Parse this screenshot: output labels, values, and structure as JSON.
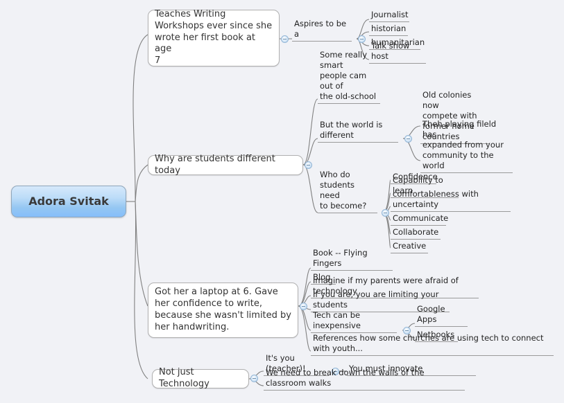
{
  "app": {
    "type": "mind-map",
    "background_color": "#f1f2f6",
    "text_color": "#333333",
    "root_accent_color": "#95c7f2"
  },
  "root": {
    "label": "Adora Svitak"
  },
  "branches": [
    {
      "id": "branch-1",
      "label": "Teaches Writing\nWorkshops ever since she\nwrote her first book at age\n7",
      "children": [
        {
          "id": "aspires",
          "label": "Aspires to be a",
          "children": [
            {
              "label": "Journalist"
            },
            {
              "label": "historian"
            },
            {
              "label": "humanitarian"
            },
            {
              "label": "Talk show host"
            }
          ]
        }
      ]
    },
    {
      "id": "branch-2",
      "label": "Why are students different today",
      "children": [
        {
          "id": "old-school",
          "label": "Some really smart\npeople cam out of\nthe old-school",
          "children": []
        },
        {
          "id": "world-different",
          "label": "But the world is different",
          "children": [
            {
              "label": "Old colonies now\ncompete with\nformer home\ncountries"
            },
            {
              "label": "Theh playing fileld has\nexpanded from your\ncommunity to the world"
            }
          ]
        },
        {
          "id": "who-become",
          "label": "Who do\nstudents need\nto become?",
          "children": [
            {
              "label": "Confidence"
            },
            {
              "label": "Capability to learn"
            },
            {
              "label": "comfortableness with uncertainty"
            },
            {
              "label": "Communicate"
            },
            {
              "label": "Collaborate"
            },
            {
              "label": "Creative"
            }
          ]
        }
      ]
    },
    {
      "id": "branch-3",
      "label": "Got her a laptop at 6.  Gave\nher confidence to write,\nbecause she wasn't limited by\nher handwriting.",
      "children": [
        {
          "id": "book",
          "label": "Book -- Flying Fingers",
          "children": []
        },
        {
          "id": "blog",
          "label": "Blog",
          "children": []
        },
        {
          "id": "imagine",
          "label": "Imagine if my parents were afraid of technology",
          "children": []
        },
        {
          "id": "limiting",
          "label": "If you are, you are limiting your students",
          "children": []
        },
        {
          "id": "inexpensive",
          "label": "Tech can be inexpensive",
          "children": [
            {
              "label": "Google Apps"
            },
            {
              "label": "Netbooks"
            }
          ]
        },
        {
          "id": "churches",
          "label": "References how some churches are using tech to connect with youth...",
          "children": []
        }
      ]
    },
    {
      "id": "branch-4",
      "label": "Not just Technology",
      "children": [
        {
          "id": "its-you",
          "label": "It's you (teacher)!",
          "children": [
            {
              "label": "You must innovate"
            }
          ]
        },
        {
          "id": "break-walls",
          "label": "We need to break down the walls of the classroom walks",
          "children": []
        }
      ]
    }
  ]
}
